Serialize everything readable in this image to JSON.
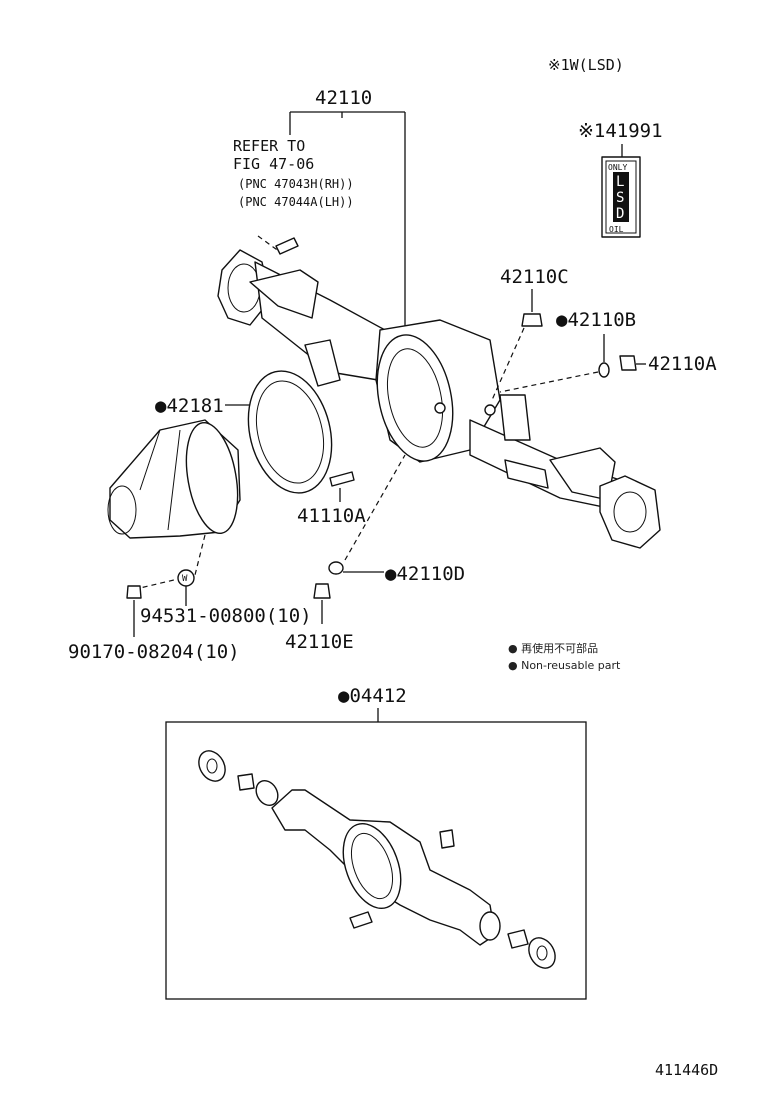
{
  "header_note": "※1W(LSD)",
  "labels": {
    "axle_housing": "42110",
    "refer_line1": "REFER TO",
    "refer_line2": "FIG 47-06",
    "refer_line3": "(PNC 47043H(RH))",
    "refer_line4": "(PNC 47044A(LH))",
    "lsd_oil": "※141991",
    "plug_c": "42110C",
    "plug_b": "●42110B",
    "plug_a": "42110A",
    "gasket": "●42181",
    "stud": "41110A",
    "gasket_d": "●42110D",
    "plug_e": "42110E",
    "washer": "94531-00800(10)",
    "nut": "90170-08204(10)",
    "kit": "●04412"
  },
  "oil_badge": {
    "top": "ONLY",
    "letters": [
      "L",
      "S",
      "D"
    ],
    "bottom": "OIL"
  },
  "legend": {
    "line1": "● 再使用不可部品",
    "line2": "● Non-reusable part"
  },
  "footer_code": "411446D"
}
